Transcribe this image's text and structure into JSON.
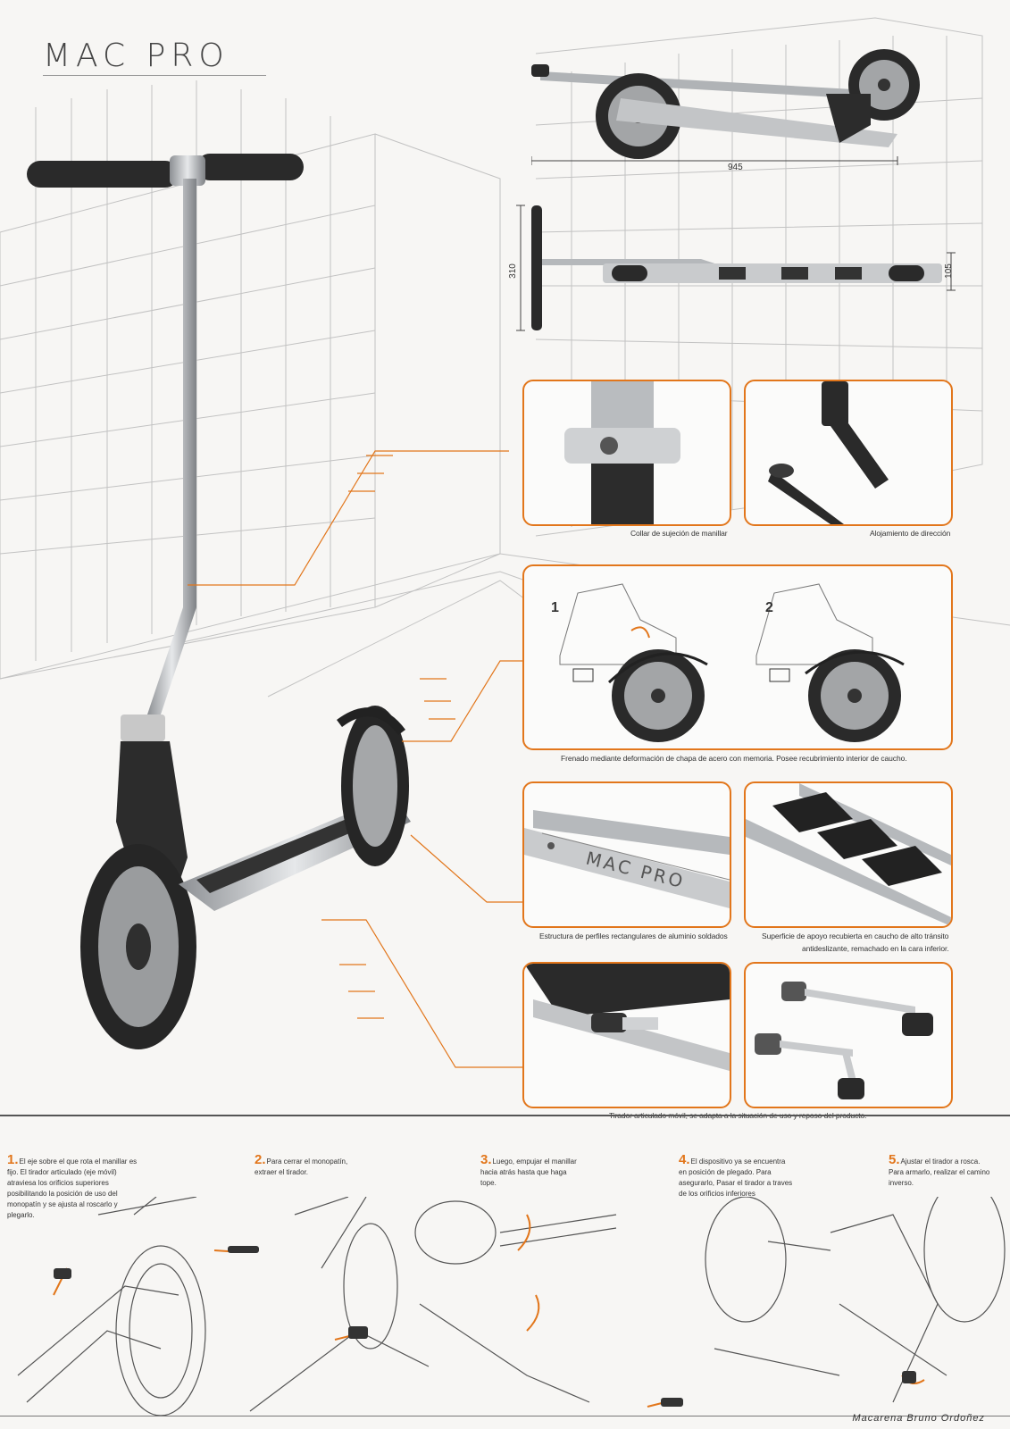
{
  "brand": {
    "logo_text": "MAC PRO",
    "panel_logo_text": "MAC PRO"
  },
  "dimensions": {
    "length": "945",
    "handlebar_width": "310",
    "folded_height": "105"
  },
  "captions": {
    "collar": "Collar de sujeción de manillar",
    "housing": "Alojamiento de dirección",
    "brake": "Frenado mediante deformación de chapa de acero con memoria. Posee recubrimiento interior de caucho.",
    "brake_step_1": "1",
    "brake_step_2": "2",
    "structure": "Estructura de perfiles rectangulares de aluminio soldados",
    "surface_line1": "Superficie de apoyo recubierta en caucho de alto tránsito",
    "surface_line2": "antideslizante, remachado en la cara inferior.",
    "puller": "Tirador articulado móvil, se adapta a la situación de uso y reposo del producto."
  },
  "steps": [
    {
      "num": "1.",
      "text": "El eje sobre el que rota el manillar es fijo. El tirador articulado (eje móvil) atraviesa los orificios superiores posibilitando la posición de uso del monopatín y se ajusta al roscarlo y plegarlo."
    },
    {
      "num": "2.",
      "text": "Para cerrar el monopatín, extraer el tirador."
    },
    {
      "num": "3.",
      "text": "Luego, empujar el manillar hacia atrás hasta que haga tope."
    },
    {
      "num": "4.",
      "text": "El dispositivo ya se encuentra en posición de plegado. Para asegurarlo, Pasar el tirador a traves de los orificios inferiores"
    },
    {
      "num": "5.",
      "text": "Ajustar el tirador a rosca. Para armarlo, realizar el camino inverso."
    }
  ],
  "signature": "Macarena Bruno Ordoñez",
  "colors": {
    "accent": "#e2761b",
    "dark": "#2b2b2b",
    "metal": "#b9bcbf"
  }
}
